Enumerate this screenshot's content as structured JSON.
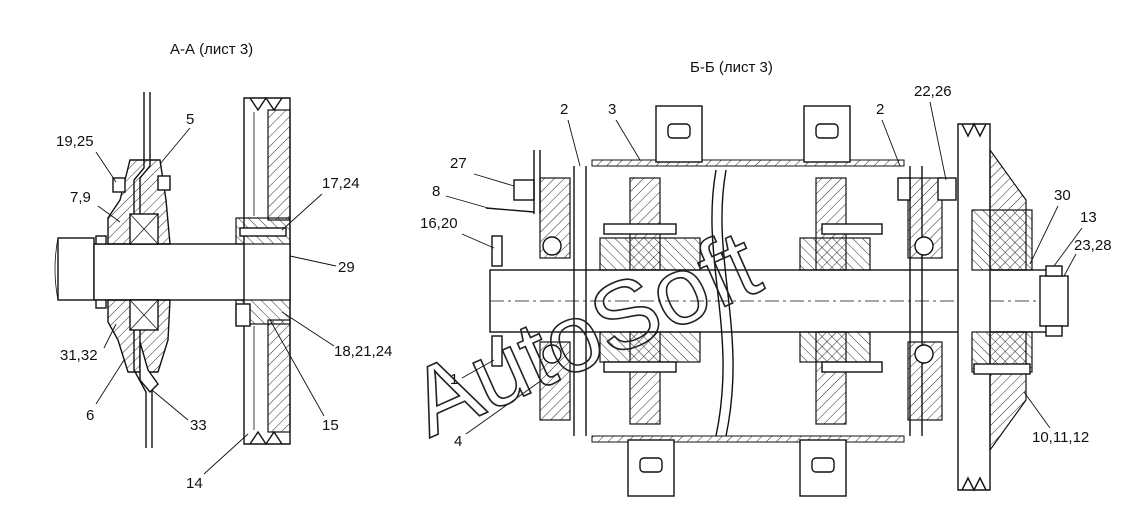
{
  "views": {
    "left_title": "А-А (лист 3)",
    "right_title": "Б-Б (лист 3)"
  },
  "watermark": "AutoSoft",
  "callouts": {
    "c5": "5",
    "c19_25": "19,25",
    "c7_9": "7,9",
    "c31_32": "31,32",
    "c6": "6",
    "c33": "33",
    "c14": "14",
    "c15": "15",
    "c17_24": "17,24",
    "c29": "29",
    "c18_21_24": "18,21,24",
    "c2a": "2",
    "c3": "3",
    "c2b": "2",
    "c22_26": "22,26",
    "c27": "27",
    "c8": "8",
    "c16_20": "16,20",
    "c1": "1",
    "c4": "4",
    "c30": "30",
    "c13": "13",
    "c23_28": "23,28",
    "c10_11_12": "10,11,12"
  }
}
